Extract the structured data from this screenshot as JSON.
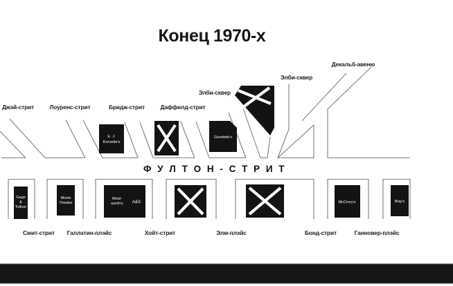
{
  "title": "Конец 1970-х",
  "fulton_street": "Ф У Л Т О Н - С Т Р И Т",
  "streets_north": [
    {
      "label": "Джэй-стрит"
    },
    {
      "label": "Лоуренс-стрит"
    },
    {
      "label": "Бридж-стрит"
    },
    {
      "label": "Даффилд-стрит"
    }
  ],
  "squares": {
    "left": "Элби-сквер",
    "right": "Элби-сквер"
  },
  "avenue": {
    "label": "Декальб-авеню"
  },
  "streets_south": [
    {
      "label": "Смит-стрит"
    },
    {
      "label": "Галлатин-плэйс"
    },
    {
      "label": "Хойт-стрит"
    },
    {
      "label": "Элм-плэйс"
    },
    {
      "label": "Бонд-стрит"
    },
    {
      "label": "Ганновер-плэйс"
    }
  ],
  "buildings": {
    "korvettes": {
      "lines": [
        "E. J.",
        "Korvette's"
      ]
    },
    "goodwins": {
      "label": "Goodwin's"
    },
    "gage_tollner": {
      "lines": [
        "Gage",
        "&",
        "Tollner"
      ]
    },
    "movie_theater": {
      "lines": [
        "Movie",
        "Theater"
      ]
    },
    "woolworths": {
      "lines": [
        "Wool-",
        "worth's"
      ]
    },
    "as_store": {
      "label": "A&S"
    },
    "mccrorys": {
      "label": "McCrory's"
    },
    "mays": {
      "label": "May's"
    }
  },
  "colors": {
    "background": "#ffffff",
    "building_fill": "#131313",
    "street_line": "#7f7f7f",
    "text": "#1c1c1c",
    "x_marker": "#ffffff",
    "bottom_bar": "#161616"
  }
}
